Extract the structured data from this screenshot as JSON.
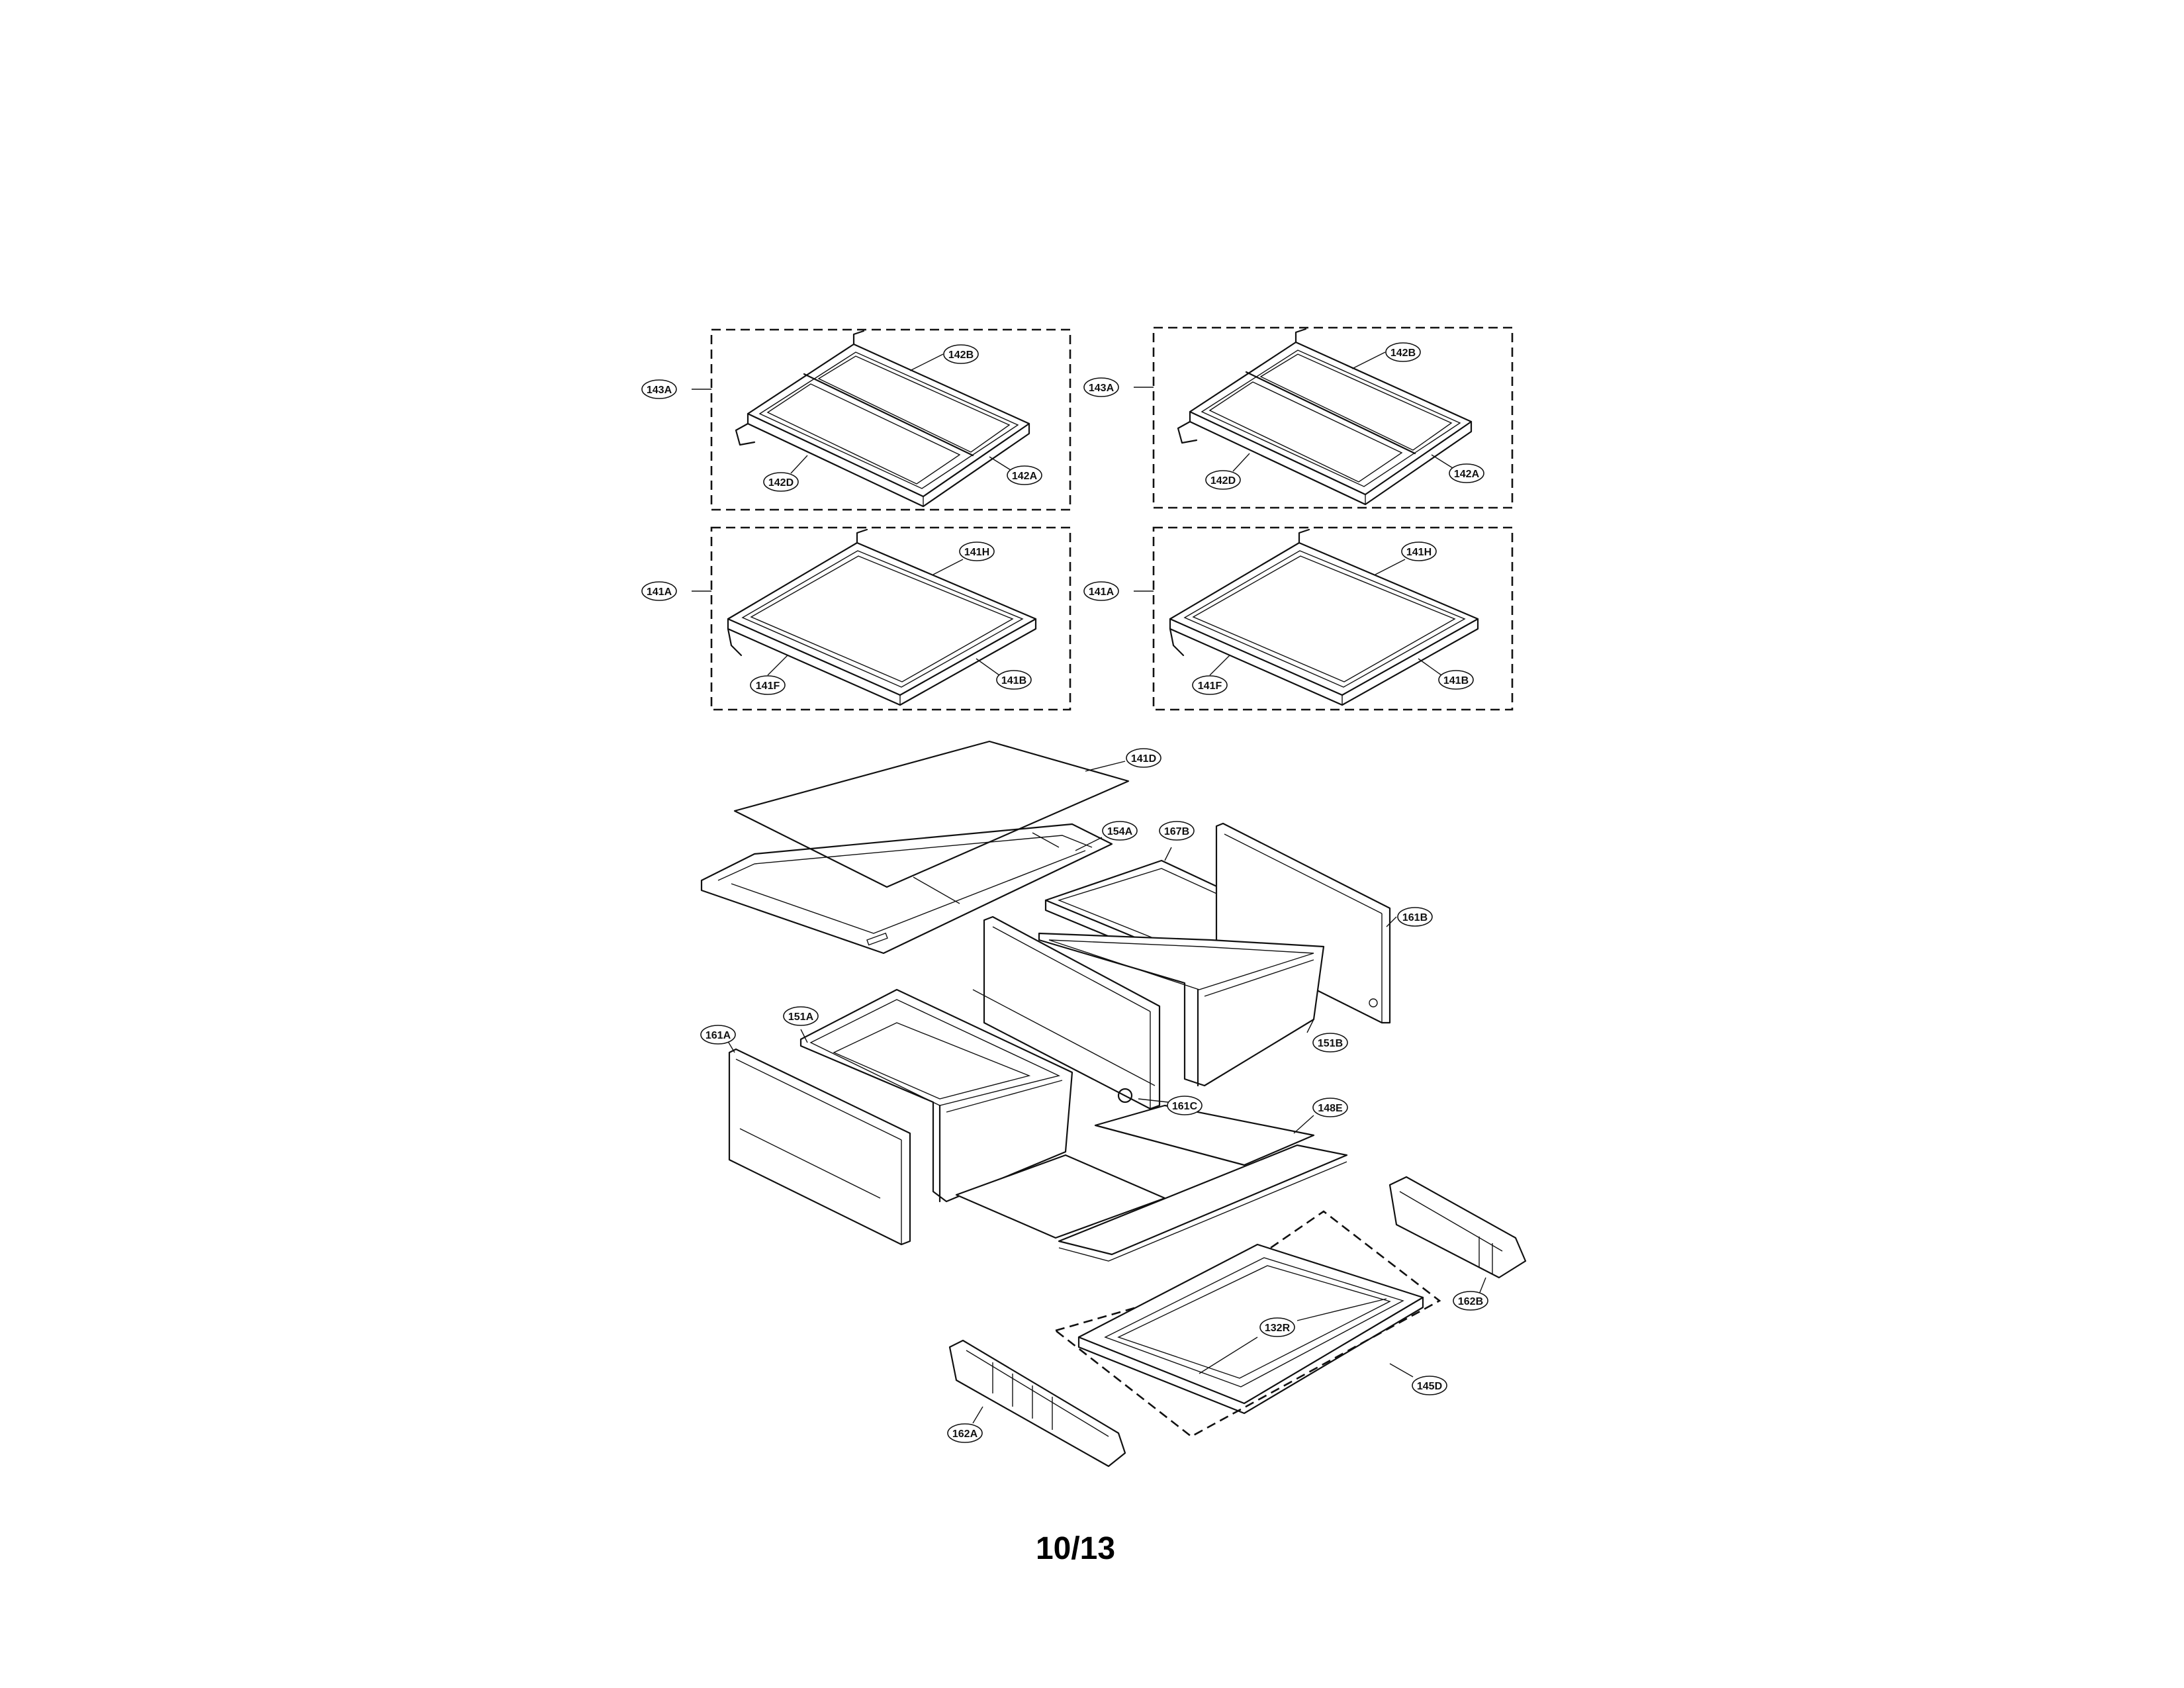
{
  "callouts": {
    "c143A_l": "143A",
    "c142B_l": "142B",
    "c142D_l": "142D",
    "c142A_l": "142A",
    "c143A_r": "143A",
    "c142B_r": "142B",
    "c142D_r": "142D",
    "c142A_r": "142A",
    "c141A_l": "141A",
    "c141H_l": "141H",
    "c141F_l": "141F",
    "c141B_l": "141B",
    "c141A_r": "141A",
    "c141H_r": "141H",
    "c141F_r": "141F",
    "c141B_r": "141B",
    "c141D": "141D",
    "c154A": "154A",
    "c167B": "167B",
    "c161B": "161B",
    "c151A": "151A",
    "c161A": "161A",
    "c151B": "151B",
    "c161C": "161C",
    "c148E": "148E",
    "c162B": "162B",
    "c132R": "132R",
    "c145D": "145D",
    "c162A": "162A"
  },
  "page_number": "10/13"
}
